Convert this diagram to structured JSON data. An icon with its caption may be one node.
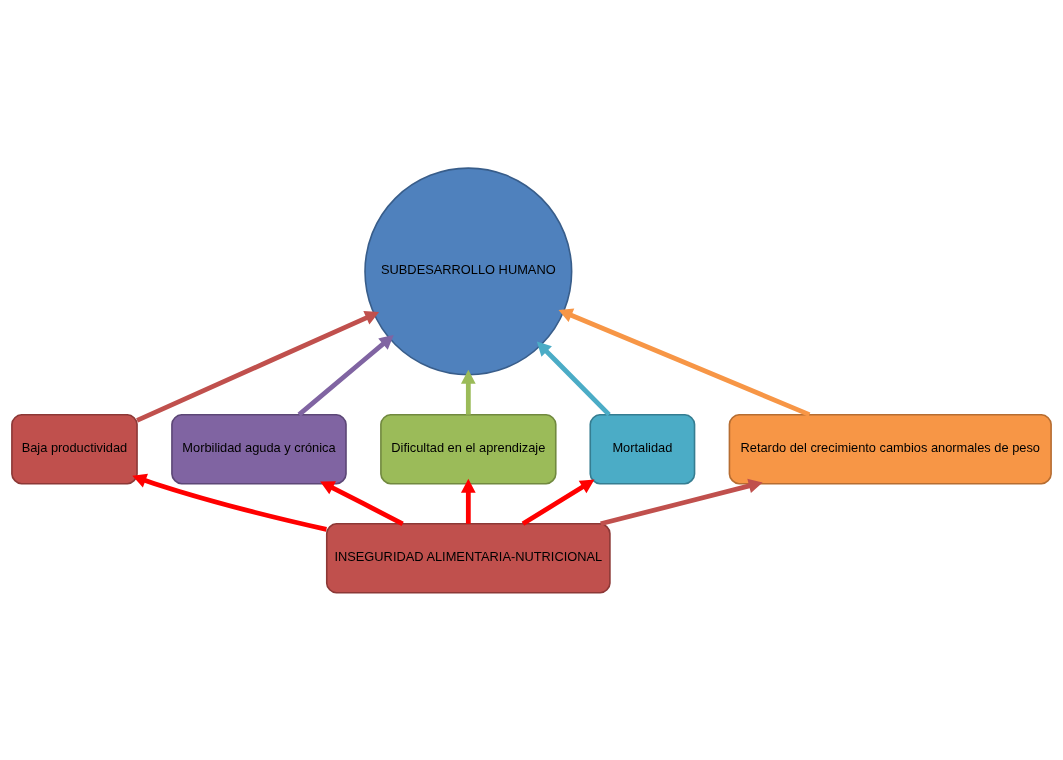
{
  "diagram": {
    "nodes": [
      {
        "text": [
          "Baja productividad"
        ]
      },
      {
        "text": [
          "SUBDESARROLLO HUMANO"
        ]
      },
      {
        "text": [
          "Morbilidad aguda y crónica"
        ]
      },
      {
        "text": [
          "Dificultad en el aprendizaje"
        ]
      },
      {
        "text": [
          "Mortalidad"
        ]
      },
      {
        "text": [
          "Retardo del crecimiento cambios anormales de peso"
        ]
      },
      {
        "text": [
          "INSEGURIDAD ALIMENTARIA-NUTRICIONAL"
        ]
      }
    ],
    "edges": [
      {
        "from": 0,
        "to": 1,
        "arrow": "to",
        "color": "#c0504d"
      },
      {
        "from": 2,
        "to": 1,
        "arrow": "to",
        "color": "#8064a2"
      },
      {
        "from": 3,
        "to": 1,
        "arrow": "to",
        "color": "#9bbb59"
      },
      {
        "from": 4,
        "to": 1,
        "arrow": "to",
        "color": "#4bacc6"
      },
      {
        "from": 5,
        "to": 1,
        "arrow": "to",
        "color": "#f79646"
      },
      {
        "from": 6,
        "to": 5,
        "arrow": "to",
        "color": "#c0504d"
      },
      {
        "from": 6,
        "to": 0,
        "arrow": "to"
      },
      {
        "from": 6,
        "to": 2,
        "arrow": "to"
      },
      {
        "from": 6,
        "to": 3,
        "arrow": "to"
      },
      {
        "from": 6,
        "to": 4,
        "arrow": "to"
      }
    ]
  }
}
